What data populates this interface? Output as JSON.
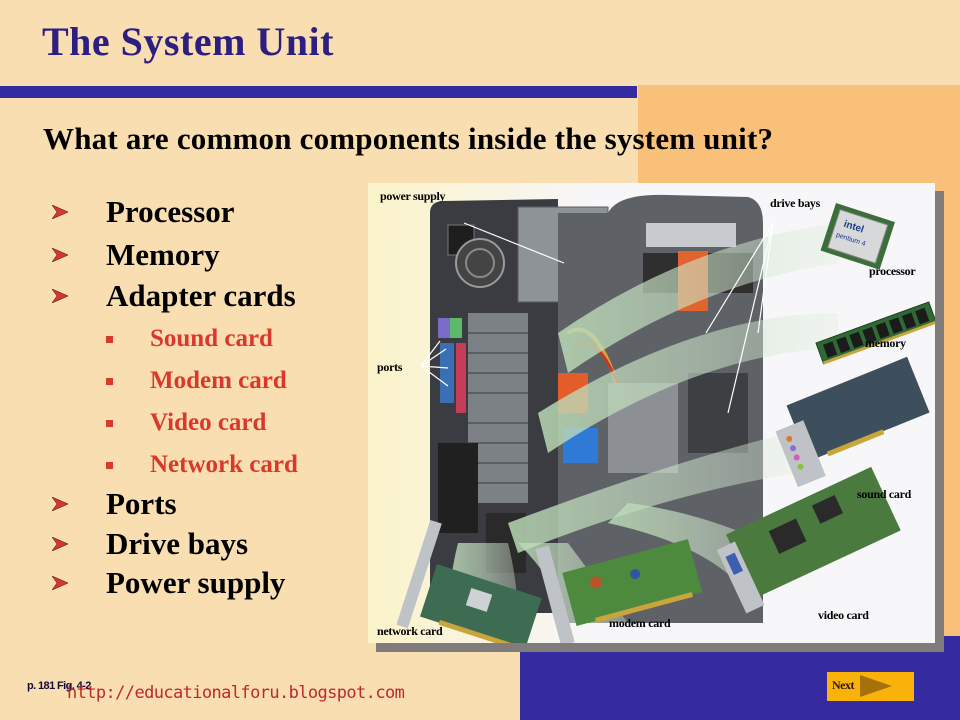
{
  "slide": {
    "title": "The System Unit",
    "question": "What are common components inside the system unit?"
  },
  "bullets": [
    {
      "label": "Processor",
      "icon": "arrowhead-bullet"
    },
    {
      "label": "Memory",
      "icon": "arrowhead-bullet"
    },
    {
      "label": "Adapter cards",
      "icon": "arrowhead-bullet"
    },
    {
      "label": "Ports",
      "icon": "arrowhead-bullet"
    },
    {
      "label": "Drive bays",
      "icon": "arrowhead-bullet"
    },
    {
      "label": "Power supply",
      "icon": "arrowhead-bullet"
    }
  ],
  "sub_bullets": [
    {
      "label": "Sound card",
      "icon": "square-bullet"
    },
    {
      "label": "Modem card",
      "icon": "square-bullet"
    },
    {
      "label": "Video card",
      "icon": "square-bullet"
    },
    {
      "label": "Network card",
      "icon": "square-bullet"
    }
  ],
  "figure": {
    "labels": {
      "power_supply": "power supply",
      "drive_bays": "drive bays",
      "processor": "processor",
      "memory": "memory",
      "ports": "ports",
      "sound_card": "sound card",
      "video_card": "video card",
      "modem_card": "modem card",
      "network_card": "network card"
    },
    "chip_brand": "intel",
    "chip_model": "pentium 4"
  },
  "footer": {
    "citation": "p. 181 Fig. 4-2",
    "url": "http://educationalforu.blogspot.com"
  },
  "navigation": {
    "next_label": "Next"
  },
  "colors": {
    "background": "#f8deb1",
    "title": "#2d1f82",
    "rule_blue": "#352ba1",
    "orange_panel": "#f9c07a",
    "sub_bullet_red": "#d9382c",
    "next_button": "#f8b20a"
  }
}
